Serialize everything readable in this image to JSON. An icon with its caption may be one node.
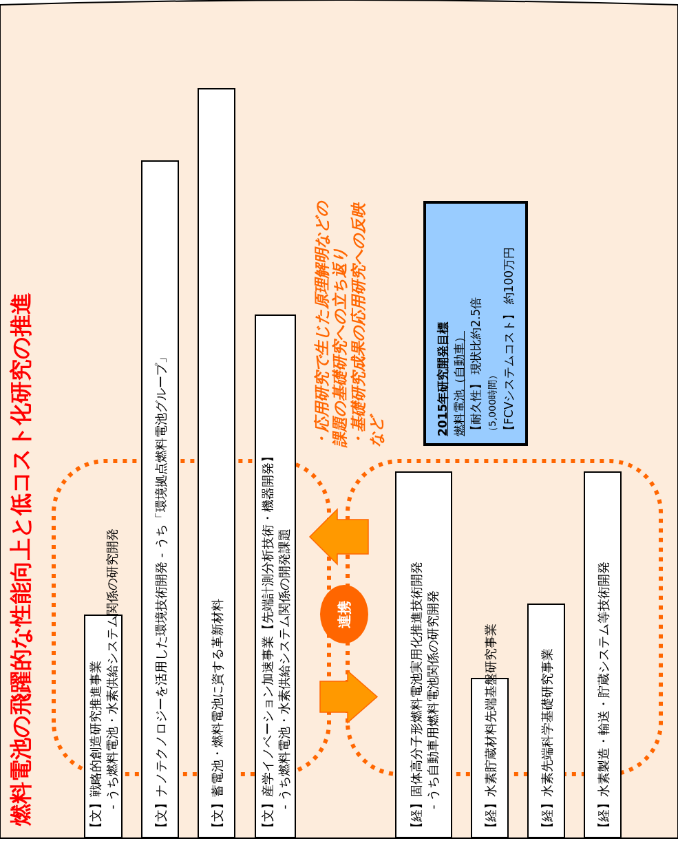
{
  "diagram": {
    "title": "燃料電池の飛躍的な性能向上と低コスト化研究の推進",
    "nodes": [
      {
        "text": [],
        "shape": "box"
      },
      {
        "text": [
          "【文】戦略的創造研究推進事業",
          "- うち燃料電池・水素供給システム関係の研究開発"
        ]
      },
      {
        "text": [
          "【文】ナノテクノロジーを活用した環境技術開発 - うち「環境拠点燃料電池グループ」"
        ]
      },
      {
        "text": [
          "【文】蓄電池・燃料電池に資する革新材料"
        ]
      },
      {
        "text": [
          "【文】産学イノベーション加速事業【先端計測分析技術・機器開発】",
          "- うち燃料電池・水素供給システム関係の開発課題"
        ]
      },
      {
        "text": [
          "連携"
        ]
      },
      {
        "text": [],
        "shape": "box"
      },
      {
        "text": [
          "【経】固体高分子形燃料電池実用化推進技術開発",
          "- うち自動車用燃料電池関係の研究開発"
        ]
      },
      {
        "text": [
          "【経】水素貯蔵材料先端基盤研究事業"
        ]
      },
      {
        "text": [
          "【経】水素先端科学基礎研究事業"
        ]
      },
      {
        "text": [
          "【経】水素製造・輸送・貯蔵システム等技術開発"
        ]
      },
      {
        "text": [
          "2015年研究開発目標",
          "燃料電池（自動車）",
          "【耐久性】 現状比約2.5倍",
          "（5,000時間）",
          "【FCVシステムコスト】 約100万円"
        ]
      }
    ],
    "edges": [
      {
        "from": 6,
        "to": 0,
        "arrow": "to"
      },
      {
        "from": 0,
        "to": 6,
        "arrow": "to"
      }
    ],
    "labels": [
      "・応用研究で生じた原理解明などの課題の基礎研究への立ち返り",
      "・基礎研究成果の応用研究への反映など"
    ]
  }
}
